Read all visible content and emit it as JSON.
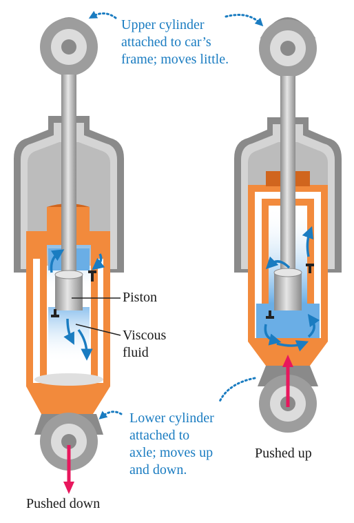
{
  "labels": {
    "upper_cylinder": [
      "Upper cylinder",
      "attached to car’s",
      "frame; moves little."
    ],
    "lower_cylinder": [
      "Lower cylinder",
      "attached to",
      "axle; moves up",
      "and down."
    ],
    "piston": "Piston",
    "viscous_fluid": [
      "Viscous",
      "fluid"
    ],
    "pushed_down": "Pushed down",
    "pushed_up": "Pushed up"
  },
  "colors": {
    "metal_light": "#d9d9d9",
    "metal_mid": "#a6a6a6",
    "metal_dark": "#6e6e6e",
    "orange": "#f28a3c",
    "orange_dark": "#d0651e",
    "fluid": "#6aaee6",
    "flow_arrow": "#1a7cc1",
    "force_arrow": "#e8175d",
    "label_blue": "#1a7cc1"
  }
}
